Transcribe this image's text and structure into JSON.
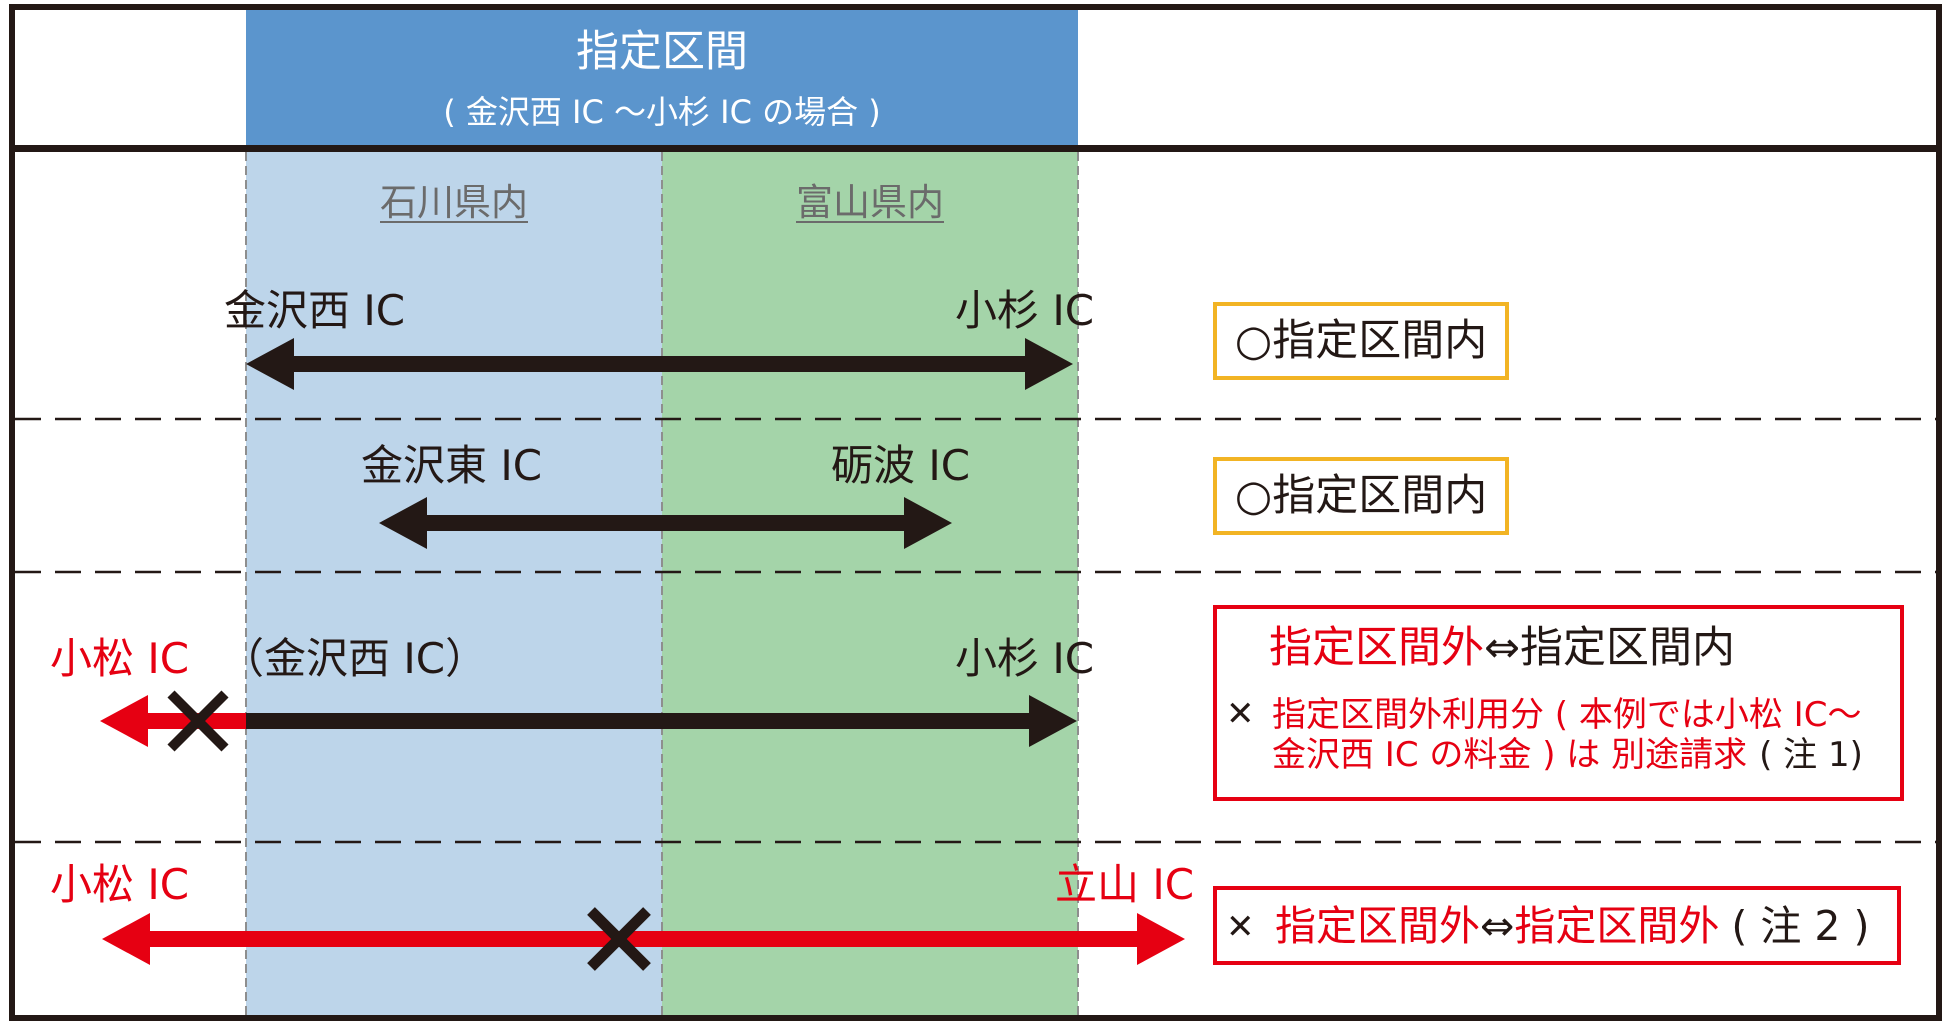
{
  "header": {
    "title": "指定区間",
    "subtitle": "( 金沢西 IC ～小杉 IC の場合 )"
  },
  "regions": [
    {
      "name": "石川県内"
    },
    {
      "name": "富山県内"
    }
  ],
  "rows": [
    {
      "ic_labels": {
        "left": "金沢西 IC",
        "right": "小杉 IC"
      },
      "result": {
        "mark": "○",
        "text": "指定区間内"
      }
    },
    {
      "ic_labels": {
        "left": "金沢東 IC",
        "right": "砺波 IC"
      },
      "result": {
        "mark": "○",
        "text": "指定区間内"
      }
    },
    {
      "ic_labels": {
        "outside_left": "小松 IC",
        "left": "（金沢西 IC）",
        "right": "小杉 IC"
      },
      "result": {
        "title_outside": "指定区間外",
        "title_rest": "⇔指定区間内",
        "mark": "✕",
        "note_line1": "指定区間外利用分 ( 本例では小松 IC～",
        "note_line2": "金沢西 IC の料金 ) は 別途請求",
        "note_ref": "( 注 1)"
      }
    },
    {
      "ic_labels": {
        "outside_left": "小松 IC",
        "outside_right": "立山 IC"
      },
      "result": {
        "mark": "✕",
        "from": "指定区間外",
        "link": "⇔",
        "to": "指定区間外",
        "note_ref": "( 注 2 )"
      }
    }
  ],
  "colors": {
    "ink": "#231815",
    "outside_red": "#E60012",
    "header_blue": "#5B95CD",
    "ishikawa_blue": "#BDD5EA",
    "toyama_green": "#A4D4A9",
    "inside_box_border": "#F2B424",
    "region_label": "#6B6B6B",
    "column_divider": "#8E8E8E"
  }
}
